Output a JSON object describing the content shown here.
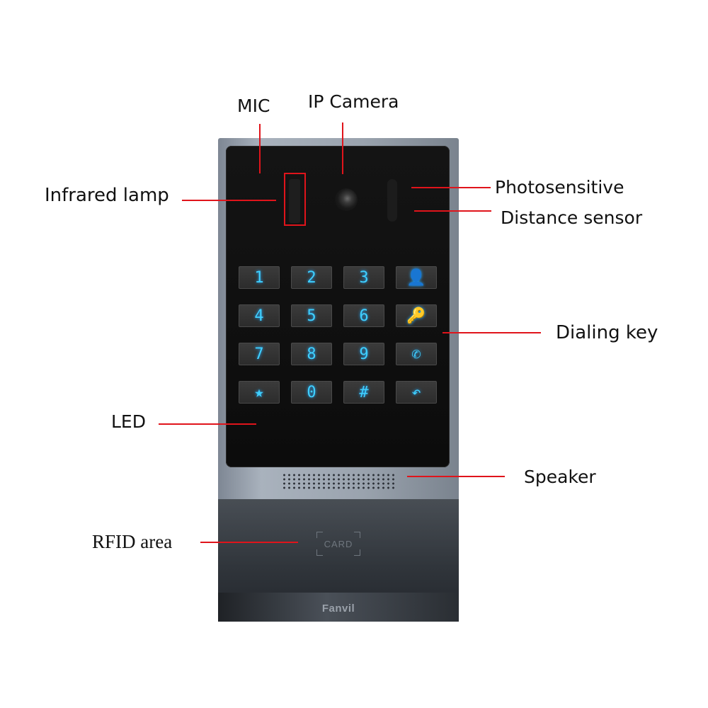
{
  "labels": {
    "mic": "MIC",
    "ip_camera": "IP Camera",
    "infrared_lamp": "Infrared lamp",
    "photosensitive": "Photosensitive",
    "distance_sensor": "Distance sensor",
    "dialing_key": "Dialing key",
    "led": "LED",
    "speaker": "Speaker",
    "rfid_area": "RFID area"
  },
  "device": {
    "keys": [
      {
        "glyph": "1",
        "icon": "digit-1"
      },
      {
        "glyph": "2",
        "icon": "digit-2"
      },
      {
        "glyph": "3",
        "icon": "digit-3"
      },
      {
        "glyph": "👤",
        "icon": "person-icon"
      },
      {
        "glyph": "4",
        "icon": "digit-4"
      },
      {
        "glyph": "5",
        "icon": "digit-5"
      },
      {
        "glyph": "6",
        "icon": "digit-6"
      },
      {
        "glyph": "🔑",
        "icon": "key-icon"
      },
      {
        "glyph": "7",
        "icon": "digit-7"
      },
      {
        "glyph": "8",
        "icon": "digit-8"
      },
      {
        "glyph": "9",
        "icon": "digit-9"
      },
      {
        "glyph": "✆",
        "icon": "phone-icon"
      },
      {
        "glyph": "★",
        "icon": "star-icon"
      },
      {
        "glyph": "0",
        "icon": "digit-0"
      },
      {
        "glyph": "#",
        "icon": "hash-icon"
      },
      {
        "glyph": "↶",
        "icon": "back-icon"
      }
    ],
    "card_label": "CARD",
    "brand": "Fanvil"
  },
  "colors": {
    "leader": "#e0141b",
    "key_glow": "#3fd0ff"
  }
}
